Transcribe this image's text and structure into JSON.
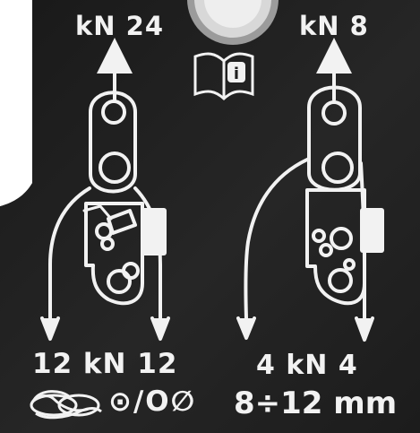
{
  "labels": {
    "top_left_load": "kN 24",
    "top_right_load": "kN 8",
    "bottom_left_load": "12 kN 12",
    "bottom_right_load": "4 kN 4",
    "rope_symbols": "⊙/O∅",
    "rope_diameter": "8÷12 mm"
  },
  "icons": {
    "manual": "instruction-manual-icon",
    "rope": "rope-coil-icon",
    "left_device": "left-pulley-device-icon",
    "right_device": "right-pulley-device-icon"
  },
  "colors": {
    "plate": "#202020",
    "markings": "#f2f2f2",
    "background": "#ffffff",
    "metal": "#d8d8d8"
  }
}
